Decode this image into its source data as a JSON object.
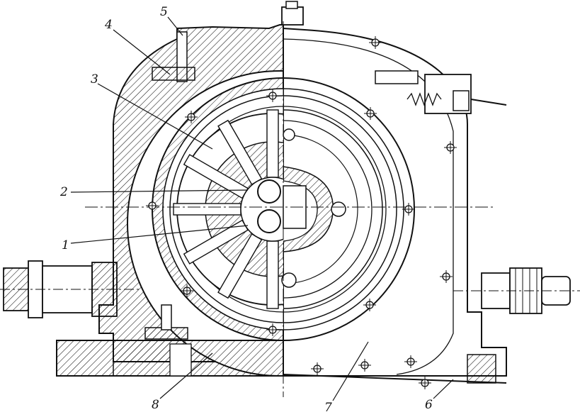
{
  "drawing": {
    "title": "",
    "callouts": [
      {
        "id": "1",
        "text": "1",
        "part": "port-lower"
      },
      {
        "id": "2",
        "text": "2",
        "part": "port-upper"
      },
      {
        "id": "3",
        "text": "3",
        "part": "rotor-vanes"
      },
      {
        "id": "4",
        "text": "4",
        "part": "stator-ring"
      },
      {
        "id": "5",
        "text": "5",
        "part": "pin"
      },
      {
        "id": "6",
        "text": "6",
        "part": "housing"
      },
      {
        "id": "7",
        "text": "7",
        "part": "base-plate"
      },
      {
        "id": "8",
        "text": "8",
        "part": "bottom-housing"
      }
    ]
  }
}
